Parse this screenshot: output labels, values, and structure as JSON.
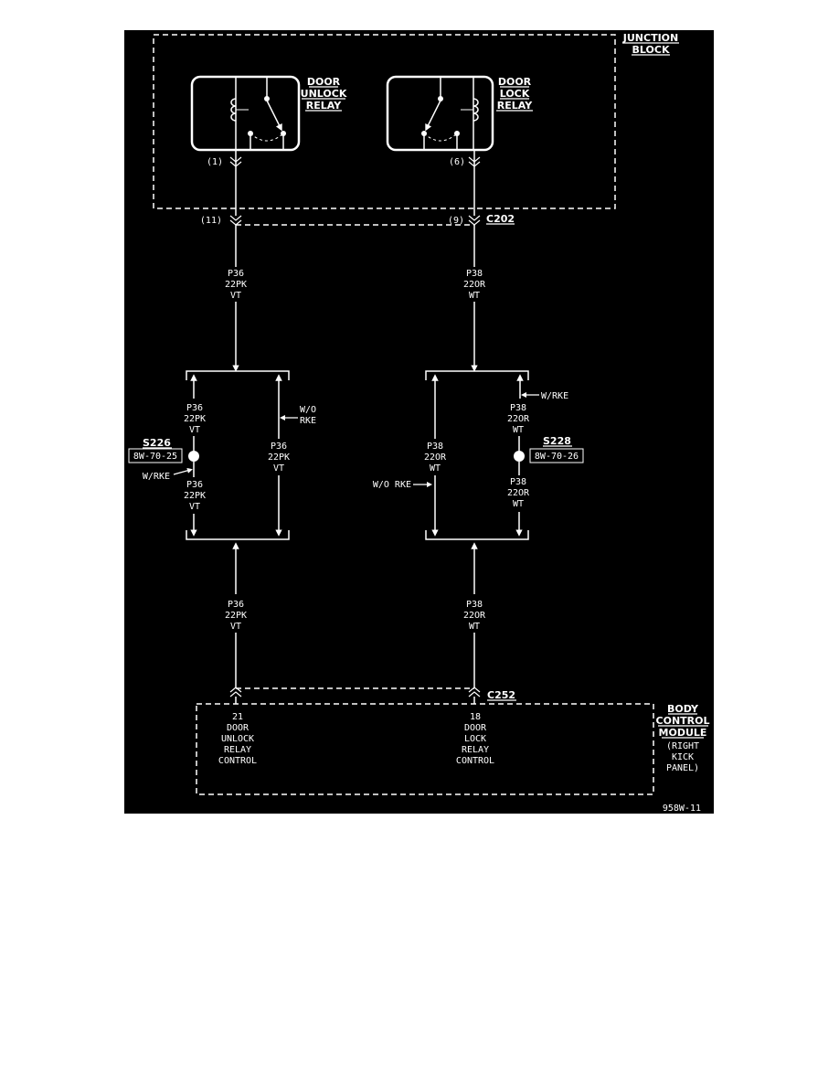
{
  "junction_block": {
    "title_line1": "JUNCTION",
    "title_line2": "BLOCK"
  },
  "unlock_relay": {
    "line1": "DOOR",
    "line2": "UNLOCK",
    "line3": "RELAY",
    "pin": "(1)"
  },
  "lock_relay": {
    "line1": "DOOR",
    "line2": "LOCK",
    "line3": "RELAY",
    "pin": "(6)"
  },
  "c202": {
    "name": "C202",
    "pin_left": "(11)",
    "pin_right": "(9)"
  },
  "wire_p36": {
    "circuit": "P36",
    "gauge_color": "22PK",
    "tracer": "VT"
  },
  "wire_p38": {
    "circuit": "P38",
    "gauge_color": "22OR",
    "tracer": "WT"
  },
  "s226": {
    "name": "S226",
    "ref": "8W-70-25",
    "w_rke": "W/RKE",
    "wo_rke_line1": "W/O",
    "wo_rke_line2": "RKE"
  },
  "s228": {
    "name": "S228",
    "ref": "8W-70-26",
    "w_rke": "W/RKE",
    "wo_rke": "W/O RKE"
  },
  "c252": {
    "name": "C252"
  },
  "bcm": {
    "title_line1": "BODY",
    "title_line2": "CONTROL",
    "title_line3": "MODULE",
    "loc_line1": "(RIGHT",
    "loc_line2": "KICK",
    "loc_line3": "PANEL)",
    "pin_left": {
      "num": "21",
      "l1": "DOOR",
      "l2": "UNLOCK",
      "l3": "RELAY",
      "l4": "CONTROL"
    },
    "pin_right": {
      "num": "18",
      "l1": "DOOR",
      "l2": "LOCK",
      "l3": "RELAY",
      "l4": "CONTROL"
    }
  },
  "figure_id": "958W-11"
}
